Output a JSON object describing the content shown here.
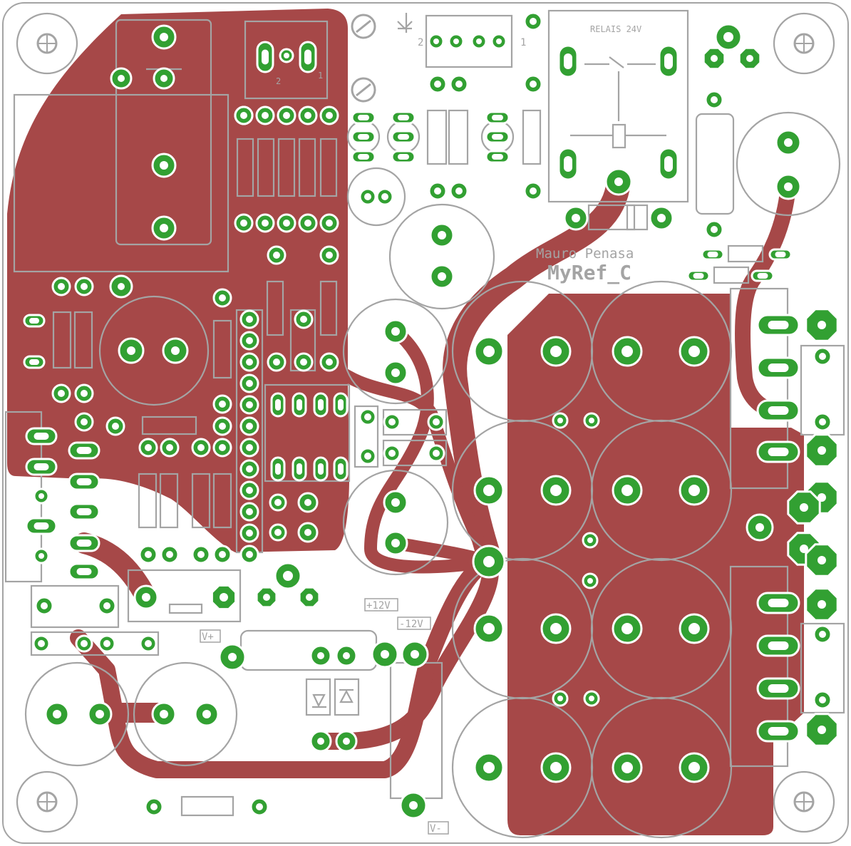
{
  "board": {
    "author": "Mauro Penasa",
    "project": "MyRef_C",
    "relay_label": "RELAIS 24V",
    "labels": {
      "plus12": "+12V",
      "minus12": "-12V",
      "vplus": "V+",
      "vminus": "V-",
      "pin2_top": "2",
      "pin1_top": "1",
      "pin2_reg": "2",
      "pin1_reg": "1"
    }
  },
  "colors": {
    "copper_bottom": "#a64848",
    "pad": "#32a032",
    "pad_bottom": "#1f6a1f",
    "silkscreen": "#a4a4a4",
    "background": "#ffffff"
  },
  "icons": {
    "mount_hole": "crosshair-circle",
    "trimmer": "slotted-screw",
    "diode": "diode-symbol",
    "relay": "relay-symbol"
  }
}
